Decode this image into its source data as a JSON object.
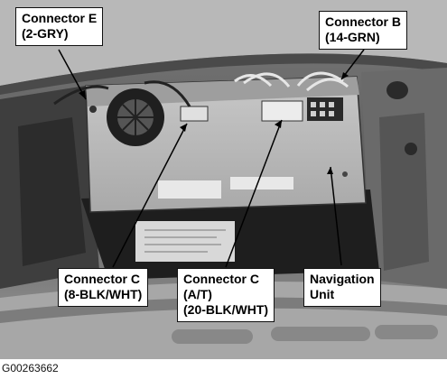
{
  "callouts": {
    "connector_e": {
      "line1": "Connector E",
      "line2": "(2-GRY)"
    },
    "connector_b": {
      "line1": "Connector B",
      "line2": "(14-GRN)"
    },
    "connector_c_8": {
      "line1": "Connector C",
      "line2": "(8-BLK/WHT)"
    },
    "connector_c_20": {
      "line1": "Connector C",
      "line2": "(A/T)",
      "line3": "(20-BLK/WHT)"
    },
    "navigation_unit": {
      "line1": "Navigation",
      "line2": "Unit"
    }
  },
  "figure_id": "G00263662"
}
